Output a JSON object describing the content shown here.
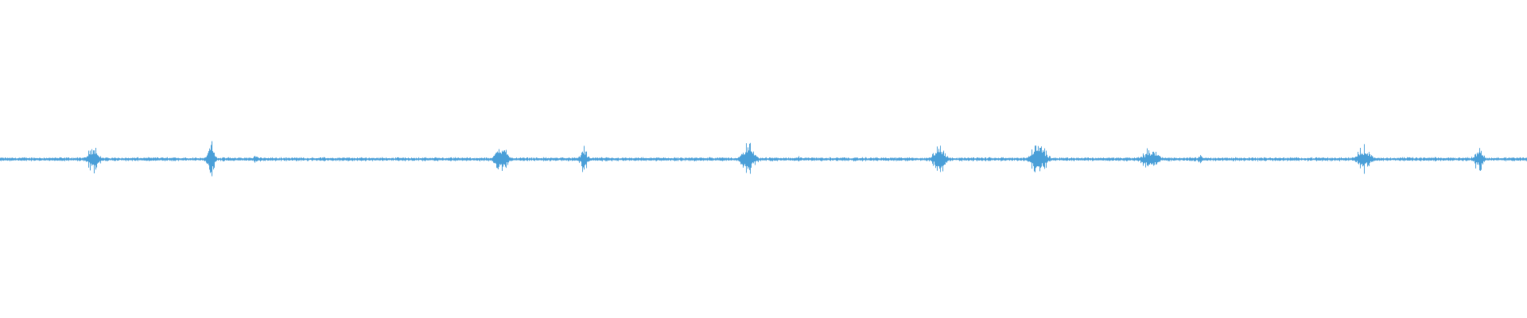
{
  "waveform": {
    "color": "#4a9fd8",
    "background": "#ffffff",
    "baseline_level": 0.0,
    "noise_level": 0.012,
    "bursts": [
      {
        "center": 0.061,
        "width": 0.006,
        "amplitude": 0.11
      },
      {
        "center": 0.138,
        "width": 0.004,
        "amplitude": 0.14
      },
      {
        "center": 0.168,
        "width": 0.005,
        "amplitude": 0.03
      },
      {
        "center": 0.285,
        "width": 0.002,
        "amplitude": 0.02
      },
      {
        "center": 0.328,
        "width": 0.006,
        "amplitude": 0.13
      },
      {
        "center": 0.382,
        "width": 0.004,
        "amplitude": 0.1
      },
      {
        "center": 0.465,
        "width": 0.003,
        "amplitude": 0.02
      },
      {
        "center": 0.49,
        "width": 0.007,
        "amplitude": 0.12
      },
      {
        "center": 0.523,
        "width": 0.003,
        "amplitude": 0.02
      },
      {
        "center": 0.615,
        "width": 0.007,
        "amplitude": 0.11
      },
      {
        "center": 0.68,
        "width": 0.008,
        "amplitude": 0.13
      },
      {
        "center": 0.753,
        "width": 0.009,
        "amplitude": 0.08
      },
      {
        "center": 0.786,
        "width": 0.003,
        "amplitude": 0.03
      },
      {
        "center": 0.893,
        "width": 0.007,
        "amplitude": 0.11
      },
      {
        "center": 0.968,
        "width": 0.005,
        "amplitude": 0.09
      }
    ]
  }
}
